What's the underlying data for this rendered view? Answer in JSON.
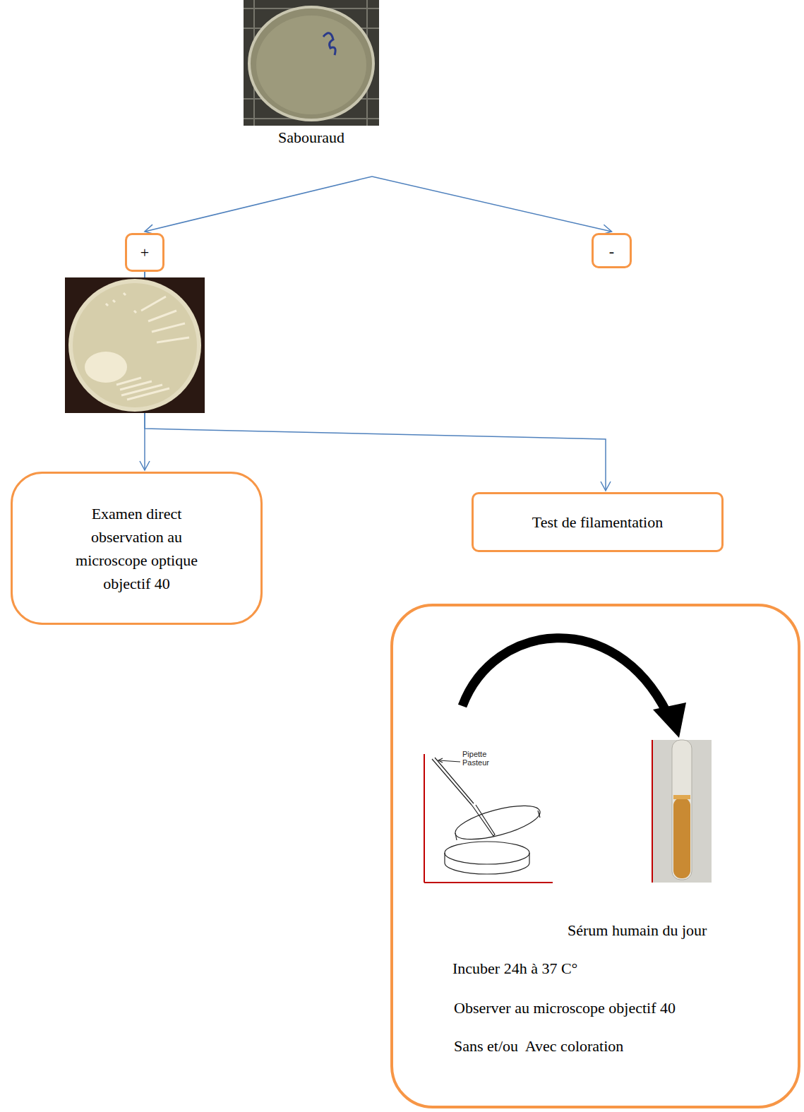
{
  "diagram": {
    "nodes": [
      {
        "text": [
          "Sabouraud"
        ]
      },
      {
        "text": [
          "+"
        ]
      },
      {
        "text": [
          "-"
        ]
      },
      {
        "text": [
          "Examen direct observation au microscope optique objectif 40"
        ]
      },
      {
        "text": [
          "Test de filamentation"
        ]
      },
      {
        "text": [
          "Sérum humain du jour",
          "Incuber 24h à 37 C°",
          "Observer au microscope objectif 40",
          "Sans et/ou  Avec coloration"
        ]
      }
    ],
    "edges": [
      {
        "from": 0,
        "to": 1,
        "arrow": "to"
      },
      {
        "from": 0,
        "to": 2,
        "arrow": "to"
      },
      {
        "from": 1,
        "to": 3,
        "arrow": "to"
      },
      {
        "from": 1,
        "to": 4,
        "arrow": "to"
      }
    ],
    "labels": [
      "Pipette Pasteur"
    ]
  }
}
